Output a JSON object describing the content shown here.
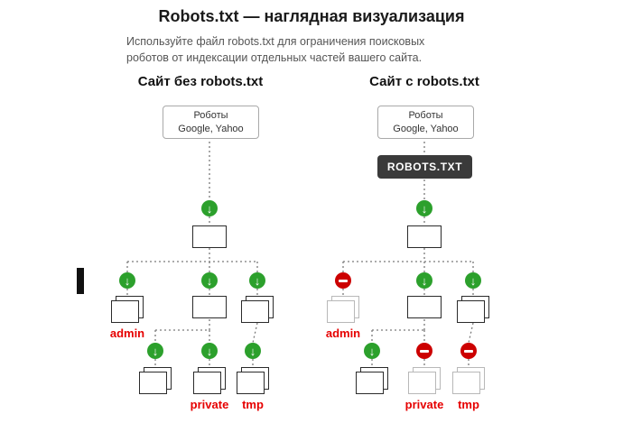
{
  "title": "Robots.txt — наглядная визуализация",
  "subtitle_line1": "Используйте файл robots.txt для ограничения поисковых",
  "subtitle_line2": "роботов от индексации отдельных частей вашего сайта.",
  "left_panel": {
    "heading": "Сайт без robots.txt",
    "robots_box": {
      "line1": "Роботы",
      "line2": "Google, Yahoo"
    },
    "labels": {
      "admin": "admin",
      "private": "private",
      "tmp": "tmp"
    }
  },
  "right_panel": {
    "heading": "Сайт с robots.txt",
    "robots_box": {
      "line1": "Роботы",
      "line2": "Google, Yahoo"
    },
    "robots_txt_badge": "ROBOTS.TXT",
    "labels": {
      "admin": "admin",
      "private": "private",
      "tmp": "tmp"
    }
  },
  "icons": {
    "allow_arrow": "↓"
  },
  "colors": {
    "allow_green": "#2ca02c",
    "deny_red": "#cc0000",
    "label_red": "#e60000",
    "badge_bg": "#3a3a3a",
    "line_gray": "#7a7a7a"
  }
}
